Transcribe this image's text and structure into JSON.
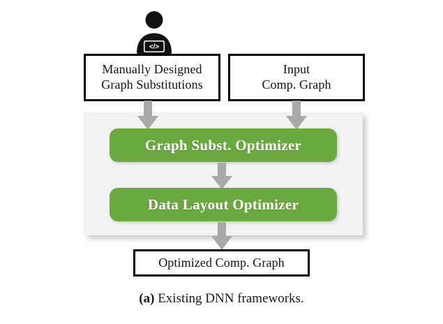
{
  "figure": {
    "caption_label": "(a)",
    "caption_text": "Existing DNN frameworks.",
    "colors": {
      "green_block": "#6aa840",
      "arrow_grey": "#a9a9a9",
      "panel_grey": "#f2f2f2",
      "box_border": "#000000",
      "box_text": "#111111",
      "green_text": "#ffffff"
    }
  },
  "icon": {
    "name": "developer-icon",
    "code_glyph": "</>"
  },
  "inputs": [
    {
      "id": "manually-designed-graph-substitutions",
      "line1": "Manually Designed",
      "line2": "Graph Substitutions"
    },
    {
      "id": "input-comp-graph",
      "line1": "Input",
      "line2": "Comp. Graph"
    }
  ],
  "pipeline": {
    "stages": [
      {
        "id": "graph-subst-optimizer",
        "label": "Graph Subst. Optimizer"
      },
      {
        "id": "data-layout-optimizer",
        "label": "Data Layout Optimizer"
      }
    ]
  },
  "output": {
    "id": "optimized-comp-graph",
    "label": "Optimized Comp. Graph"
  },
  "arrows": [
    {
      "id": "arrow-substitutions-to-pipeline",
      "direction": "down"
    },
    {
      "id": "arrow-input-graph-to-pipeline",
      "direction": "down"
    },
    {
      "id": "arrow-graph-subst-to-data-layout",
      "direction": "down"
    },
    {
      "id": "arrow-pipeline-to-output",
      "direction": "down"
    }
  ]
}
